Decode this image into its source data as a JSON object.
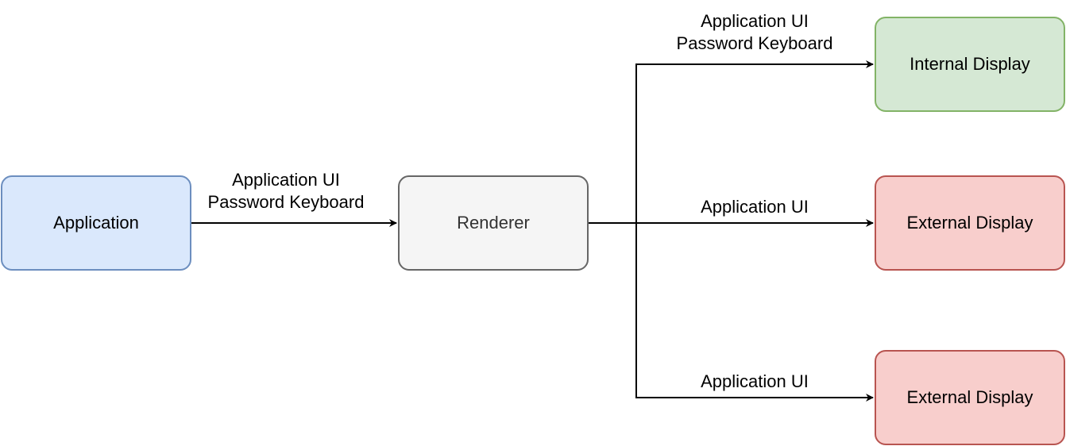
{
  "nodes": {
    "application": {
      "label": "Application",
      "fill": "#dae8fc",
      "stroke": "#6c8ebf",
      "text_color": "#000000"
    },
    "renderer": {
      "label": "Renderer",
      "fill": "#f5f5f5",
      "stroke": "#666666",
      "text_color": "#333333"
    },
    "internal_display": {
      "label": "Internal Display",
      "fill": "#d5e8d4",
      "stroke": "#82b366",
      "text_color": "#000000"
    },
    "external_display_1": {
      "label": "External Display",
      "fill": "#f8cecc",
      "stroke": "#b85450",
      "text_color": "#000000"
    },
    "external_display_2": {
      "label": "External Display",
      "fill": "#f8cecc",
      "stroke": "#b85450",
      "text_color": "#000000"
    }
  },
  "edges": {
    "app_to_renderer": {
      "lines": [
        "Application UI",
        "Password Keyboard"
      ]
    },
    "renderer_to_internal": {
      "lines": [
        "Application UI",
        "Password Keyboard"
      ]
    },
    "renderer_to_external_1": {
      "lines": [
        "Application UI"
      ]
    },
    "renderer_to_external_2": {
      "lines": [
        "Application UI"
      ]
    }
  }
}
